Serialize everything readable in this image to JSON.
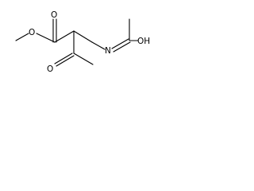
{
  "molecule": {
    "atom_labels": {
      "ester_carbonyl_oxygen": "O",
      "ester_oxygen": "O",
      "imine_nitrogen": "N",
      "hydroxyl": "OH",
      "ketone_oxygen": "O"
    }
  }
}
